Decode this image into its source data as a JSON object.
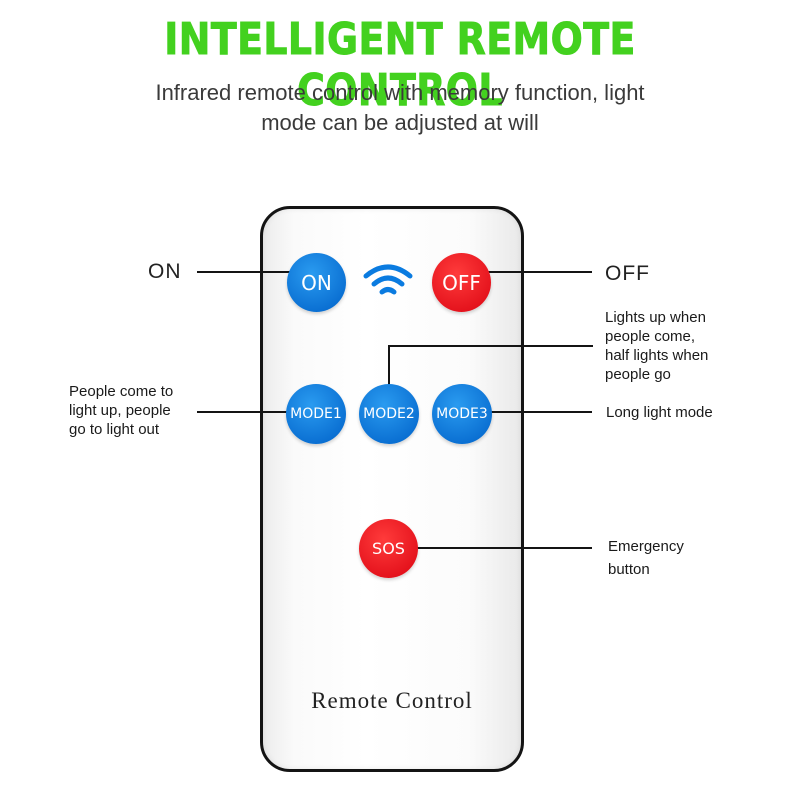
{
  "header": {
    "title": "INTELLIGENT REMOTE CONTROL",
    "title_color": "#43d11f",
    "subtitle_line1": "Infrared remote control with memory function, light",
    "subtitle_line2": "mode can be adjusted at will"
  },
  "remote": {
    "label": "Remote Control",
    "buttons": {
      "on": "ON",
      "off": "OFF",
      "mode1": "MODE1",
      "mode2": "MODE2",
      "mode3": "MODE3",
      "sos": "SOS"
    },
    "signal_icon": "wifi-signal-icon",
    "colors": {
      "blue": "#0a7be0",
      "red": "#e8141c"
    }
  },
  "callouts": {
    "on": "ON",
    "off": "OFF",
    "mode1": "People come to\nlight up, people\ngo to light out",
    "mode2": "Lights up when\npeople come,\nhalf lights when\npeople go",
    "mode3": "Long light mode",
    "sos": "Emergency\nbutton"
  }
}
